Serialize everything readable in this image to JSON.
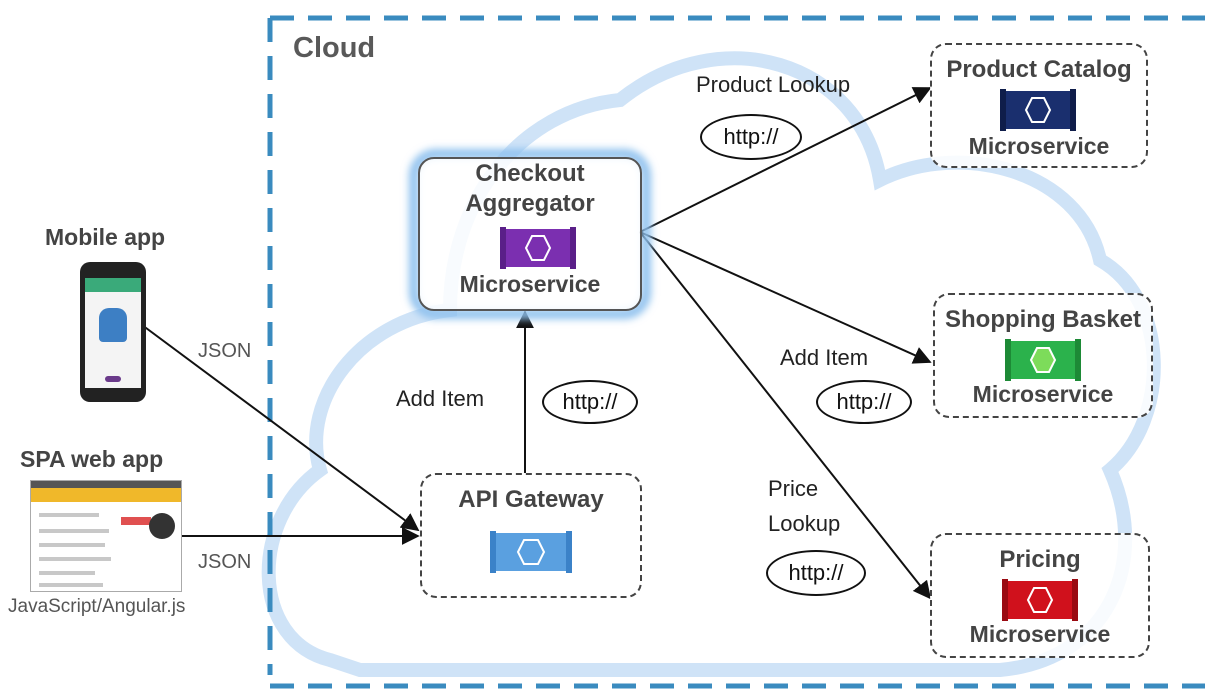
{
  "cloud": {
    "title": "Cloud"
  },
  "clients": {
    "mobile": {
      "title": "Mobile app"
    },
    "spa": {
      "title": "SPA web app",
      "tech": "JavaScript/Angular.js"
    }
  },
  "edges": {
    "mobile_json": "JSON",
    "spa_json": "JSON",
    "gateway_to_aggregator": "Add Item",
    "gateway_to_aggregator_protocol": "http://",
    "product_lookup": "Product Lookup",
    "product_lookup_protocol": "http://",
    "add_item": "Add Item",
    "add_item_protocol": "http://",
    "price_lookup_line1": "Price",
    "price_lookup_line2": "Lookup",
    "price_lookup_protocol": "http://"
  },
  "nodes": {
    "aggregator": {
      "title_line1": "Checkout",
      "title_line2": "Aggregator",
      "subtitle": "Microservice",
      "color": "#7b2fb0"
    },
    "gateway": {
      "title": "API Gateway",
      "color": "#5aa0e0"
    },
    "catalog": {
      "title": "Product Catalog",
      "subtitle": "Microservice",
      "color": "#1a2f6e"
    },
    "basket": {
      "title": "Shopping Basket",
      "subtitle": "Microservice",
      "color": "#2bb24c"
    },
    "pricing": {
      "title": "Pricing",
      "subtitle": "Microservice",
      "color": "#d0111c"
    }
  }
}
